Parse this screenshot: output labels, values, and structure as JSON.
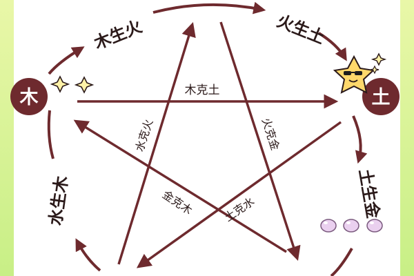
{
  "nodes": {
    "wood": "木",
    "earth": "土"
  },
  "generation_labels": {
    "wood_fire": "木生火",
    "fire_earth": "火生土",
    "earth_metal": "土生金",
    "water_wood": "水生木"
  },
  "restraint_labels": {
    "wood_earth": "木克土",
    "fire_metal": "火克金",
    "water_fire": "水克火",
    "metal_wood": "金克木",
    "earth_water": "土克水"
  },
  "colors": {
    "arrow": "#6e2a2e",
    "node_fill": "#6e2a2e",
    "text": "#2b1a1a",
    "background_green": "#d4f28e",
    "star": "#ffd86b",
    "pearl": "#e9ccec"
  },
  "decorations": {
    "sparkle_icon": "sparkle-icon",
    "star_mascot_icon": "star-sunglasses-icon",
    "pearls_icon": "pearls-icon"
  }
}
